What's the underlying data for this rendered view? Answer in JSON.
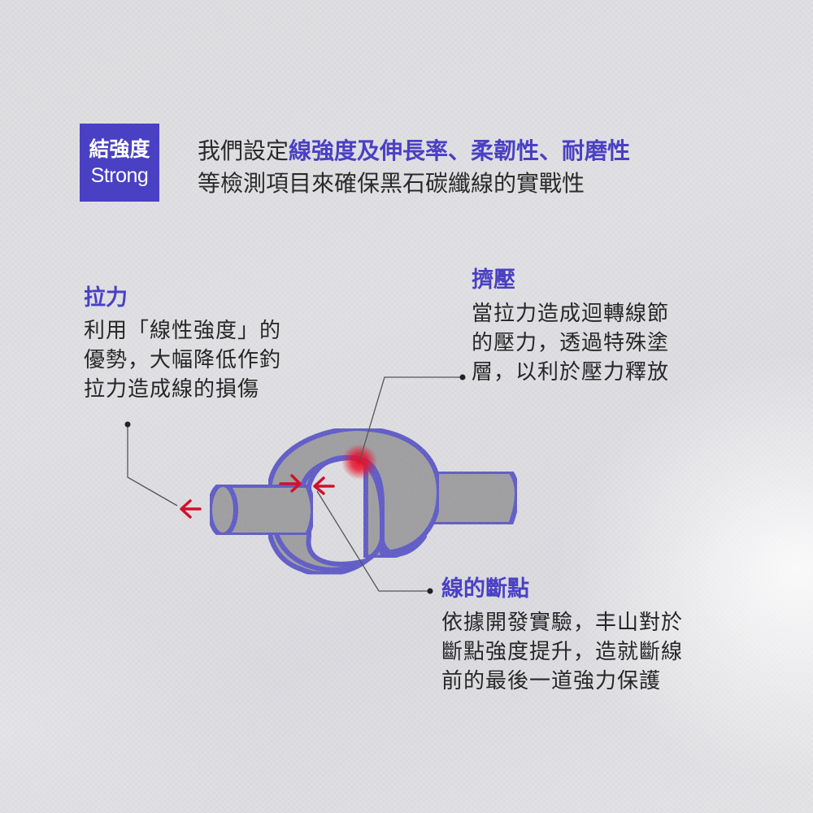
{
  "badge": {
    "title_zh": "結強度",
    "title_en": "Strong",
    "color": "#4a40c4"
  },
  "intro": {
    "line1_prefix": "我們設定",
    "line1_highlight": "線強度及伸長率、柔韌性、耐磨性",
    "line2": "等檢測項目來確保黑石碳纖線的實戰性"
  },
  "callouts": {
    "pull": {
      "title": "拉力",
      "lines": [
        "利用「線性強度」的",
        "優勢，大幅降低作釣",
        "拉力造成線的損傷"
      ]
    },
    "squeeze": {
      "title": "擠壓",
      "lines": [
        "當拉力造成迴轉線節",
        "的壓力，透過特殊塗",
        "層，以利於壓力釋放"
      ]
    },
    "break_point": {
      "title": "線的斷點",
      "lines": [
        "依據開發實驗，丰山對於",
        "斷點強度提升，造就斷線",
        "前的最後一道強力保護"
      ]
    }
  },
  "diagram": {
    "knot_outline_color": "#3f37c9",
    "knot_fill_color": "#9a9a9d",
    "arrow_color": "#d0112b",
    "stress_point_color": "#e8102a",
    "leader_line_color": "#555555",
    "icons": [
      "pull-arrow-left-icon",
      "compress-arrow-right-icon",
      "compress-arrow-left-icon",
      "stress-point-icon"
    ]
  },
  "colors": {
    "accent": "#4a40c4",
    "text": "#262626",
    "background": "#dadade"
  }
}
